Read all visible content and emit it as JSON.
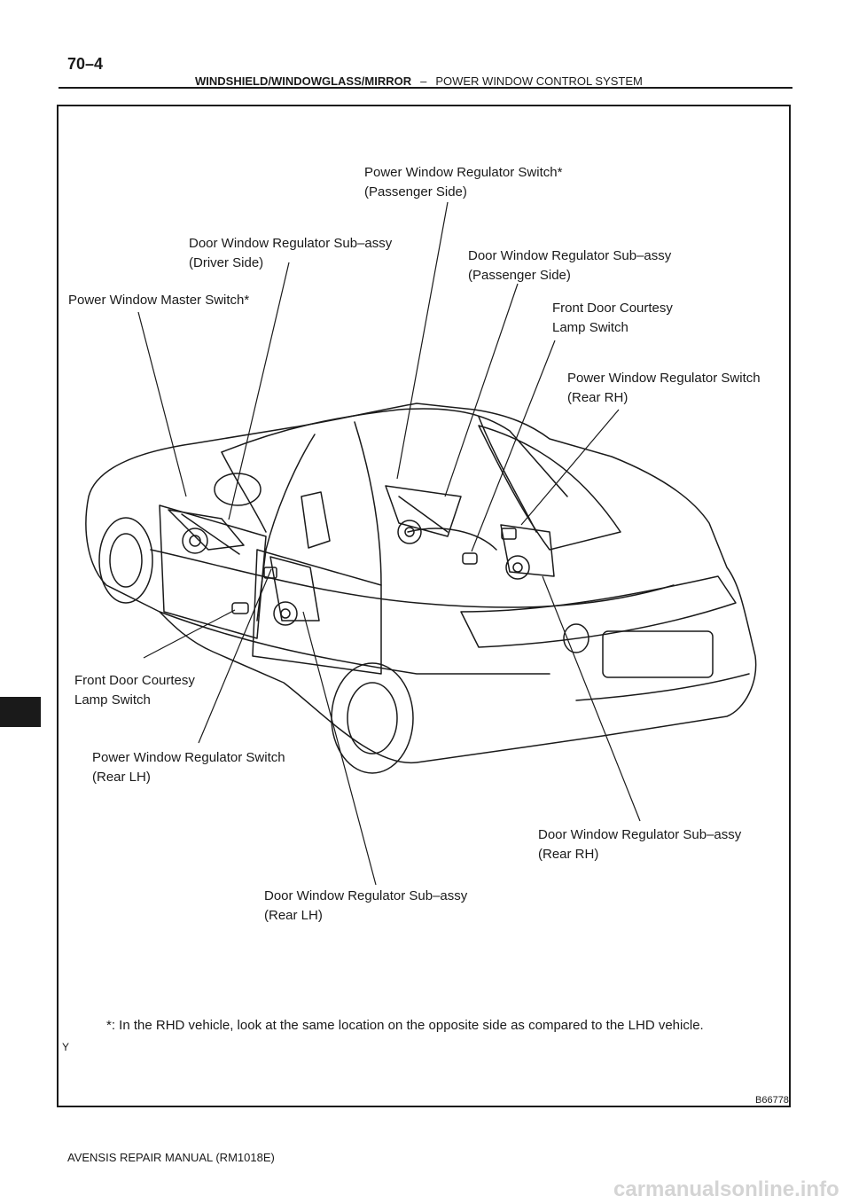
{
  "header": {
    "page_number": "70–4",
    "section_main": "WINDSHIELD/WINDOWGLASS/MIRROR",
    "separator": "–",
    "section_sub": "POWER WINDOW CONTROL SYSTEM"
  },
  "figure": {
    "labels": {
      "pwr_switch_passenger": [
        "Power Window Regulator Switch*",
        "(Passenger Side)"
      ],
      "regulator_driver": [
        "Door Window Regulator Sub–assy",
        "(Driver Side)"
      ],
      "regulator_passenger": [
        "Door  Window  Regulator  Sub–assy",
        "(Passenger Side)"
      ],
      "master_switch": [
        "Power Window Master Switch*"
      ],
      "courtesy_right": [
        "Front Door Courtesy",
        "Lamp Switch"
      ],
      "pwr_switch_rear_rh": [
        "Power Window Regulator Switch",
        "(Rear RH)"
      ],
      "courtesy_left": [
        "Front Door Courtesy",
        "Lamp Switch"
      ],
      "pwr_switch_rear_lh": [
        "Power Window Regulator Switch",
        "(Rear LH)"
      ],
      "regulator_rear_rh": [
        "Door Window Regulator Sub–assy",
        "(Rear RH)"
      ],
      "regulator_rear_lh": [
        "Door Window Regulator Sub–assy",
        "(Rear LH)"
      ]
    },
    "note": "*: In the RHD vehicle, look at the same location on the opposite side as compared to the LHD vehicle.",
    "code_left": "Y",
    "code_right": "B66778"
  },
  "footer": {
    "manual": "AVENSIS REPAIR MANUAL   (RM1018E)",
    "watermark": "carmanualsonline.info"
  }
}
